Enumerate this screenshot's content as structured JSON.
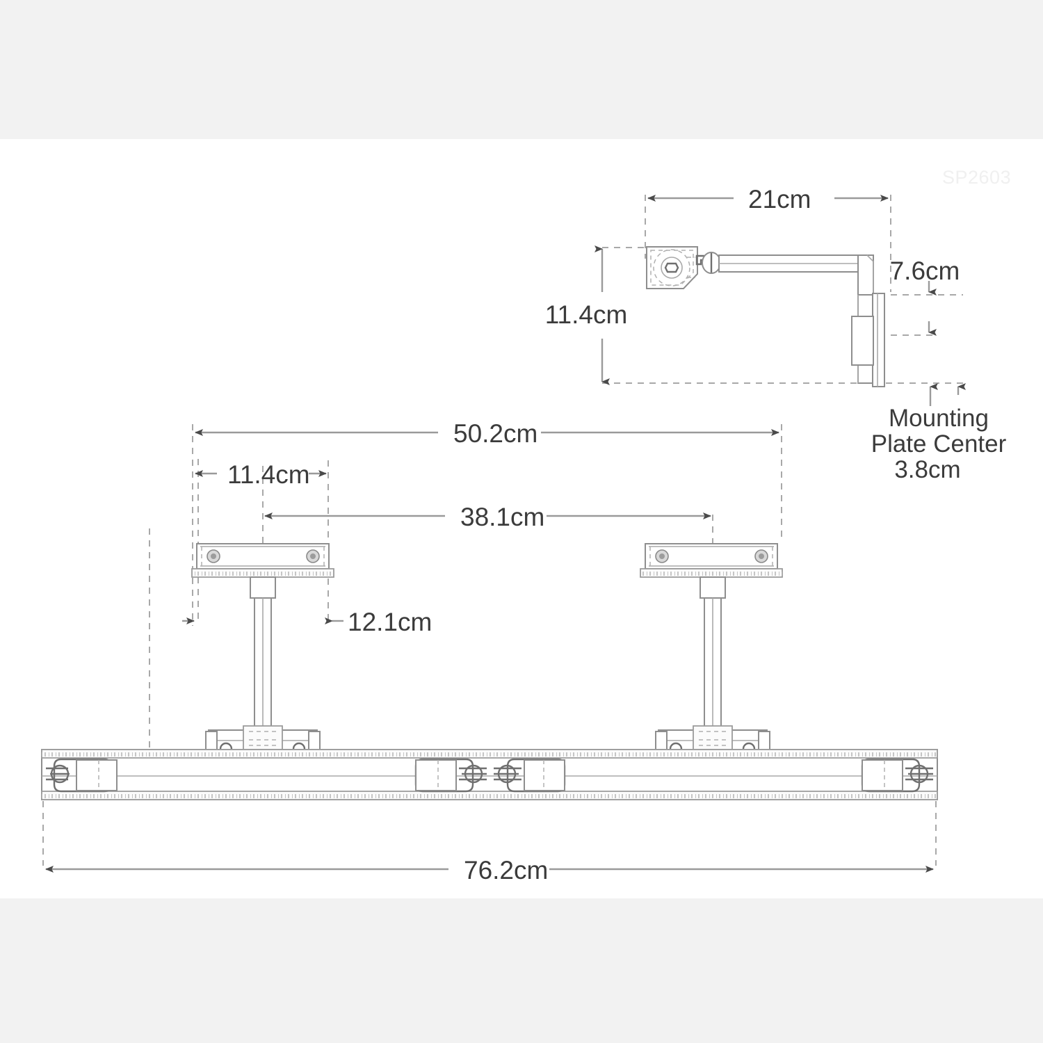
{
  "meta": {
    "watermark": "SP2603",
    "colors": {
      "page_background": "#ffffff",
      "band_background": "#f2f2f2",
      "dimension_text": "#3b3b3b",
      "dimension_line": "#9a9a9a",
      "extension_line": "#a8a8a8",
      "part_outline": "#8e8e8e",
      "watermark_text": "#f0f0f0"
    }
  },
  "top_view": {
    "title": "wall-mount-arm-side-view",
    "dimensions": {
      "arm_reach": "21cm",
      "bracket_height": "11.4cm",
      "plate_offset": "7.6cm"
    },
    "annotation": {
      "line1": "Mounting",
      "line2": "Plate Center",
      "line3": "3.8cm"
    }
  },
  "main_view": {
    "title": "dual-pole-rail-front-view",
    "dimensions": {
      "pole_spread_outer": "50.2cm",
      "left_offset": "11.4cm",
      "pole_spread_inner": "38.1cm",
      "plate_width": "12.1cm",
      "rail_length": "76.2cm"
    }
  }
}
